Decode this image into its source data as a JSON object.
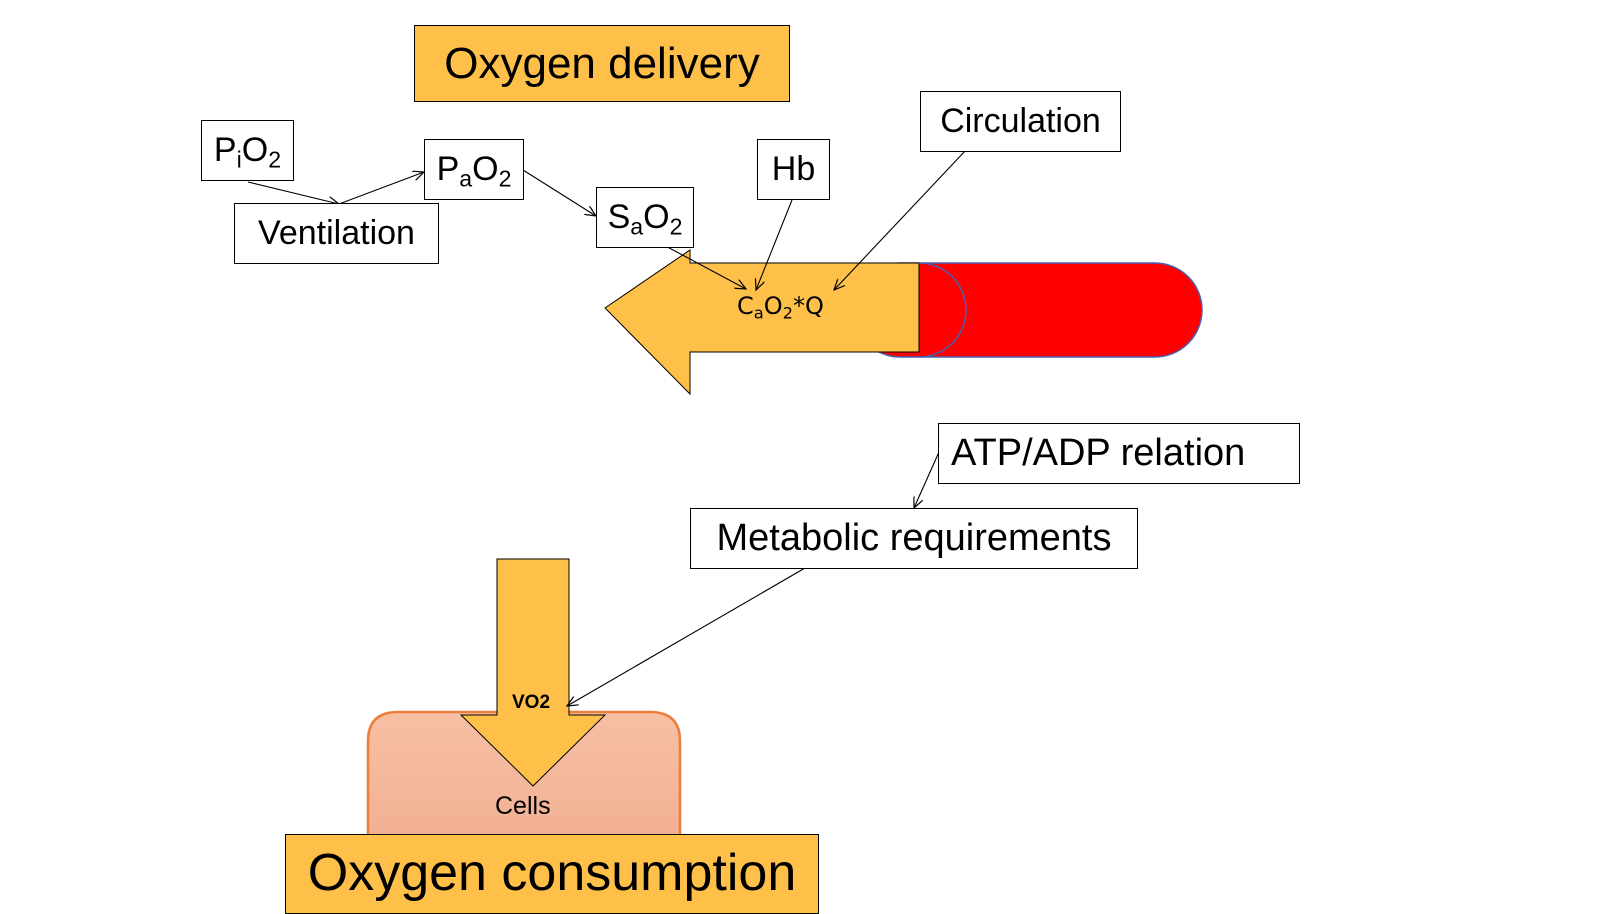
{
  "title_delivery": "Oxygen delivery",
  "title_consumption": "Oxygen consumption",
  "pio2": {
    "base": "P",
    "sub": "i",
    "rest": "O",
    "sub2": "2"
  },
  "pao2": {
    "base": "P",
    "sub": "a",
    "rest": "O",
    "sub2": "2"
  },
  "sao2": {
    "base": "S",
    "sub": "a",
    "rest": "O",
    "sub2": "2"
  },
  "cao2q": {
    "base": "C",
    "sub": "a",
    "rest": "O",
    "sub2": "2",
    "tail": "*Q"
  },
  "ventilation": "Ventilation",
  "hb": "Hb",
  "circulation": "Circulation",
  "atp_adp": "ATP/ADP relation",
  "metabolic": "Metabolic requirements",
  "vo2": "VO2",
  "cells": "Cells",
  "colors": {
    "arrow_fill": "#ffc04a",
    "vessel_fill": "#ff0000",
    "vessel_stroke": "#4a5fb0",
    "cells_fill": "#f4b39a",
    "cells_stroke": "#ee7d3a"
  },
  "icons": [
    "blood-vessel-icon",
    "oxygen-delivery-arrow-icon",
    "oxygen-uptake-arrow-icon",
    "cells-icon"
  ]
}
